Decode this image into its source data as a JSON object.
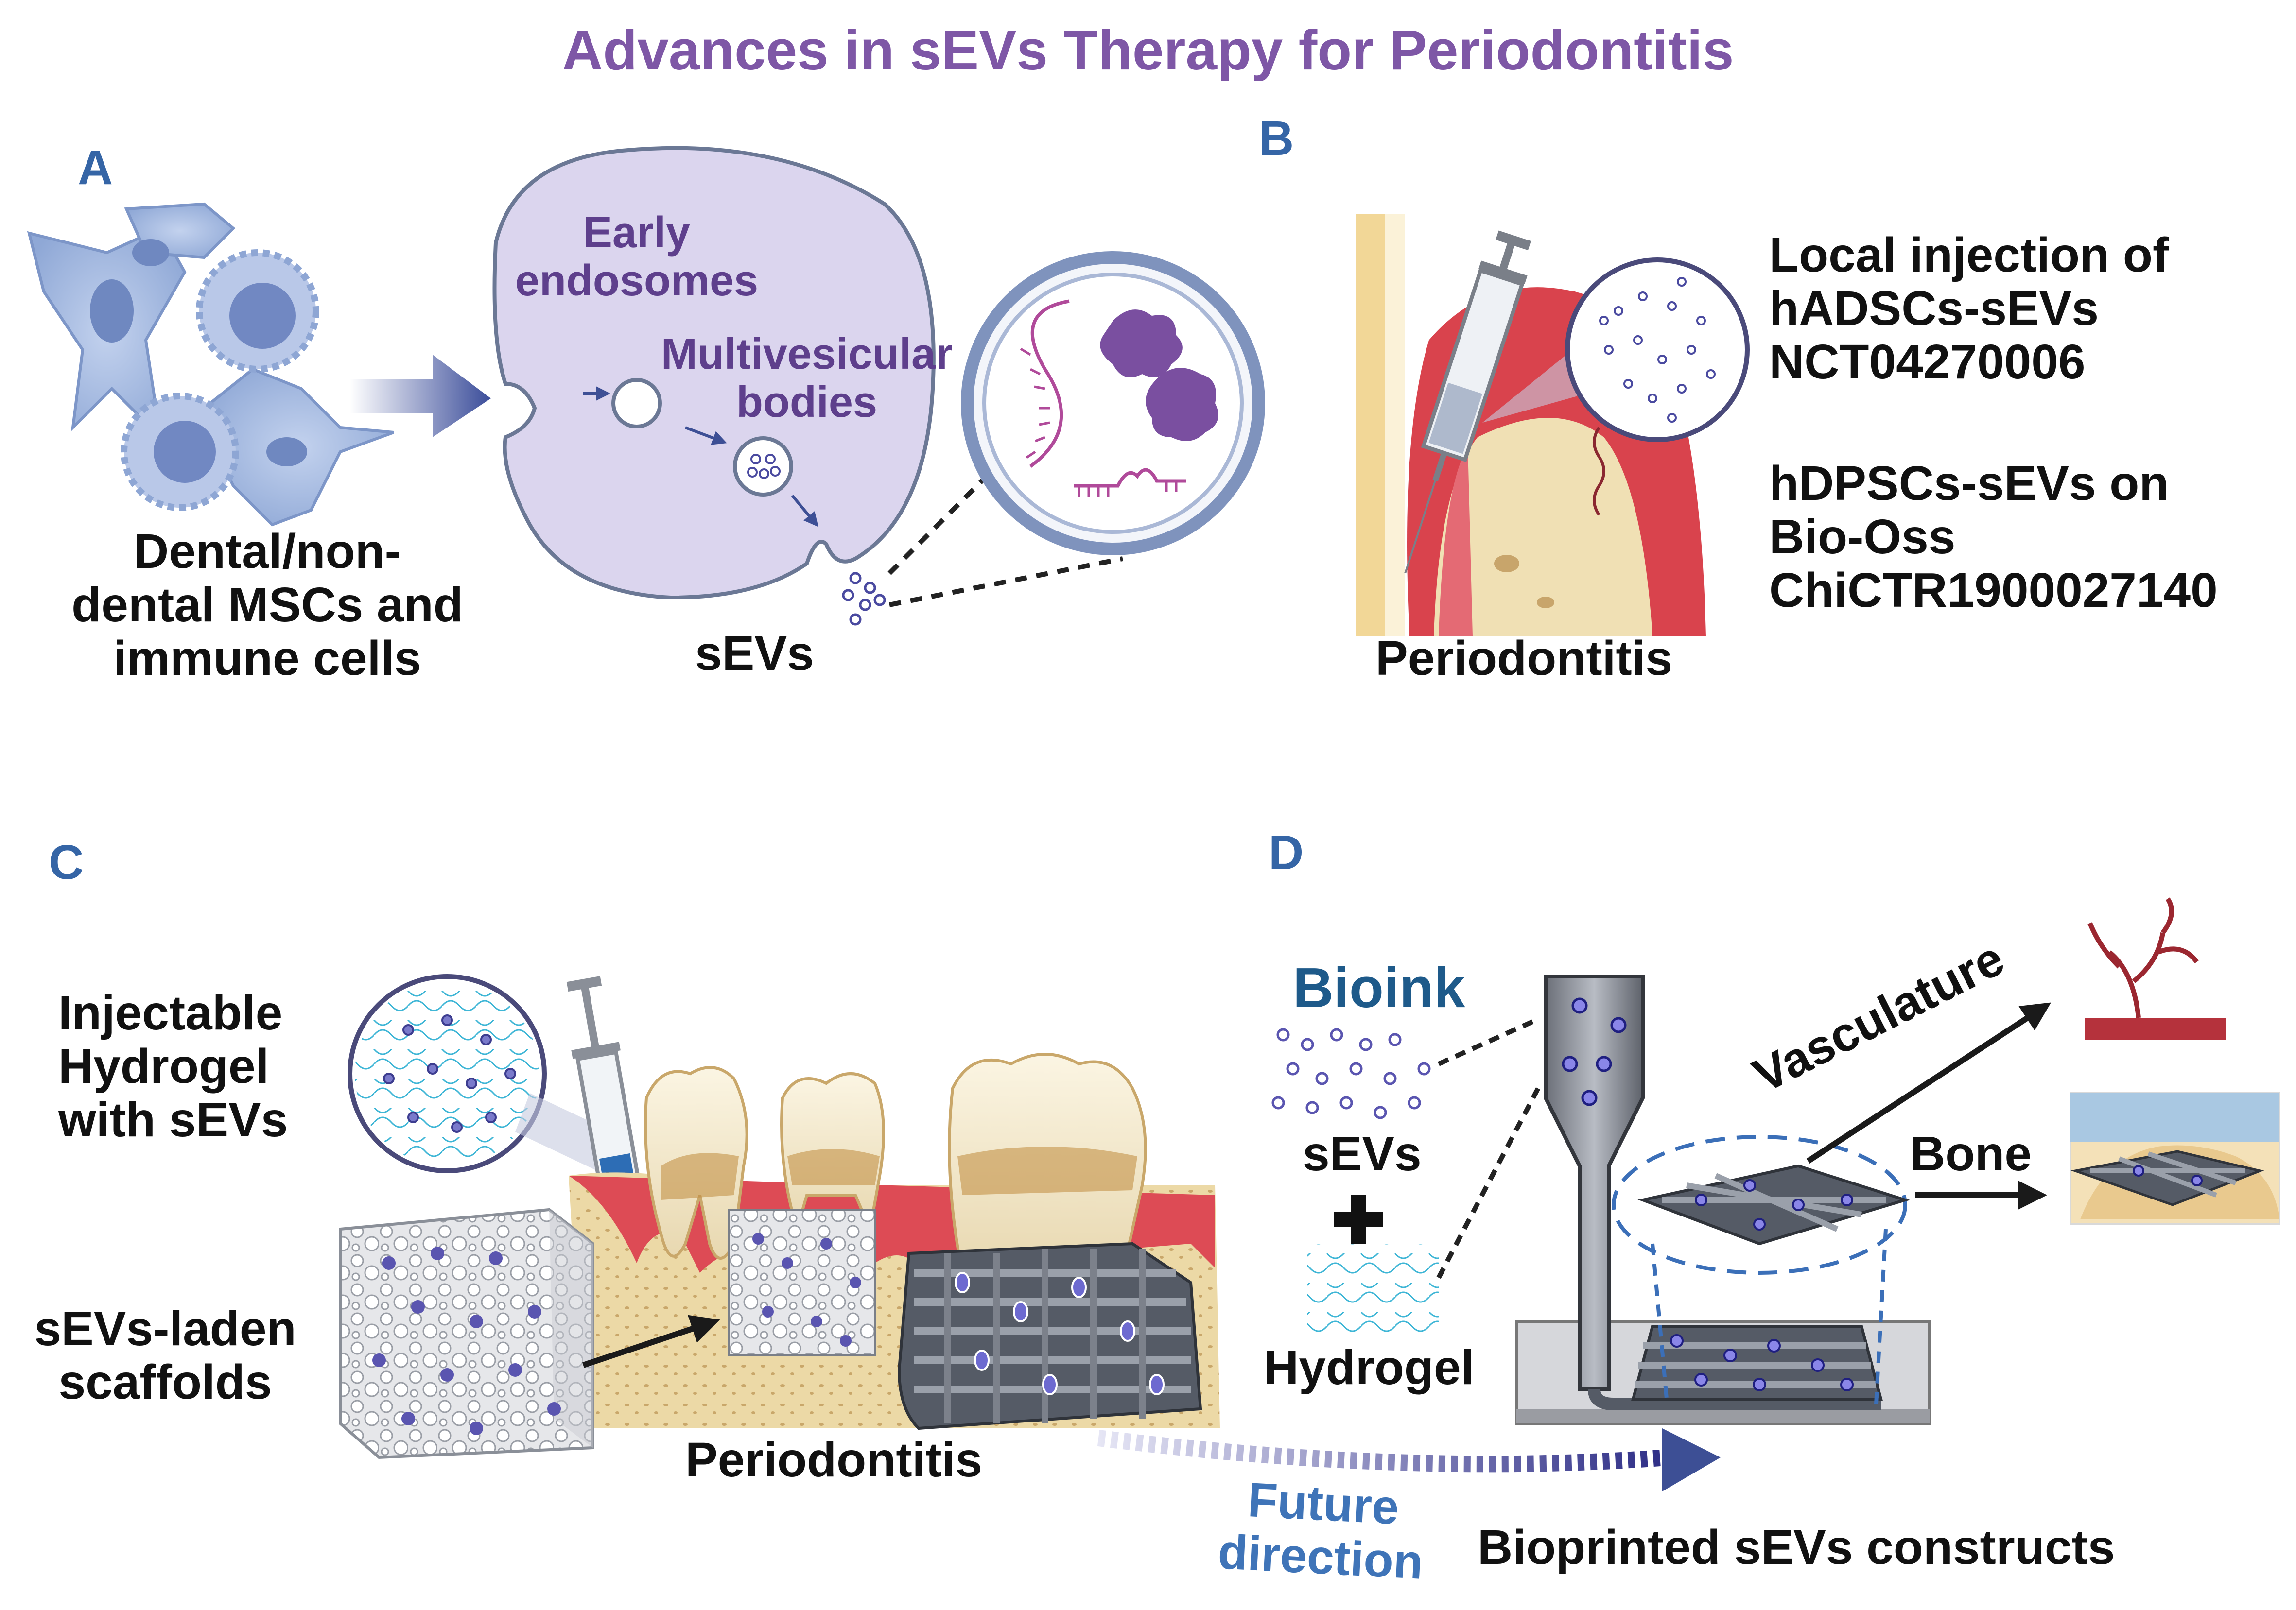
{
  "title": "Advances in sEVs Therapy for Periodontitis",
  "panels": {
    "a": {
      "letter": "A",
      "cells_label": [
        "Dental/non-",
        "dental MSCs and",
        "immune cells"
      ],
      "endosomes_label": [
        "Early",
        "endosomes"
      ],
      "mvb_label": [
        "Multivesicular",
        "bodies"
      ],
      "sevs_label": "sEVs"
    },
    "b": {
      "letter": "B",
      "periodontitis_label": "Periodontitis",
      "trial1": [
        "Local injection of",
        "hADSCs-sEVs",
        "NCT04270006"
      ],
      "trial2": [
        "hDPSCs-sEVs on",
        "Bio-Oss",
        "ChiCTR1900027140"
      ]
    },
    "c": {
      "letter": "C",
      "hydrogel_label": [
        "Injectable",
        "Hydrogel",
        "with sEVs"
      ],
      "scaffold_label": [
        "sEVs-laden",
        "scaffolds"
      ],
      "periodontitis_label": "Periodontitis",
      "future_label": [
        "Future",
        "direction"
      ]
    },
    "d": {
      "letter": "D",
      "bioink_label": "Bioink",
      "sevs_label": "sEVs",
      "plus_symbol": "+",
      "hydrogel_label": "Hydrogel",
      "vasculature_label": "Vasculature",
      "bone_label": "Bone",
      "constructs_label": "Bioprinted sEVs constructs"
    }
  },
  "colors": {
    "title": "#7e57a6",
    "panel_letter": "#3565a6",
    "cell_fill": "#a9bde0",
    "cell_body": "#d6d1ea",
    "vesicle": "#4a4aa0",
    "cargo": "#7b4ea3",
    "gum": "#d6424c",
    "bone": "#e8d6a8",
    "scaffold": "#555b66",
    "future_arrow": "#35358a"
  }
}
